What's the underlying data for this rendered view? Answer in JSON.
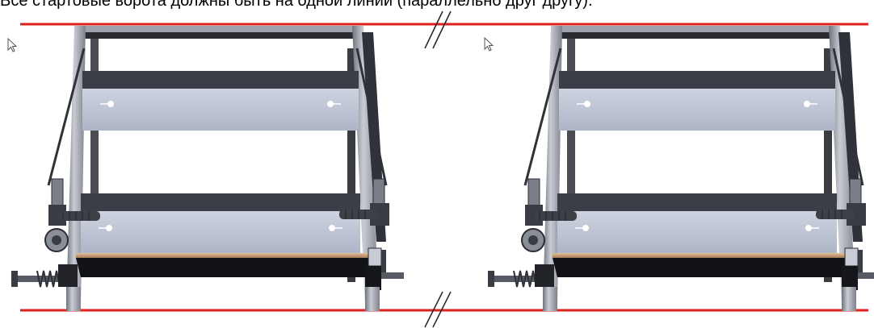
{
  "caption": "Все стартовые ворота должны быть на одной линии (параллельно друг другу).",
  "colors": {
    "alignment_line": "#e0201c",
    "frame_light": "#a7acb8",
    "frame_dark": "#2c2e34",
    "panel": "#bcc3d3",
    "wood": "#c9a27a"
  },
  "icons": [
    "cursor-arrow-icon",
    "break-marks-icon"
  ],
  "gates": [
    {
      "name": "starting-gate-left"
    },
    {
      "name": "starting-gate-right"
    }
  ]
}
